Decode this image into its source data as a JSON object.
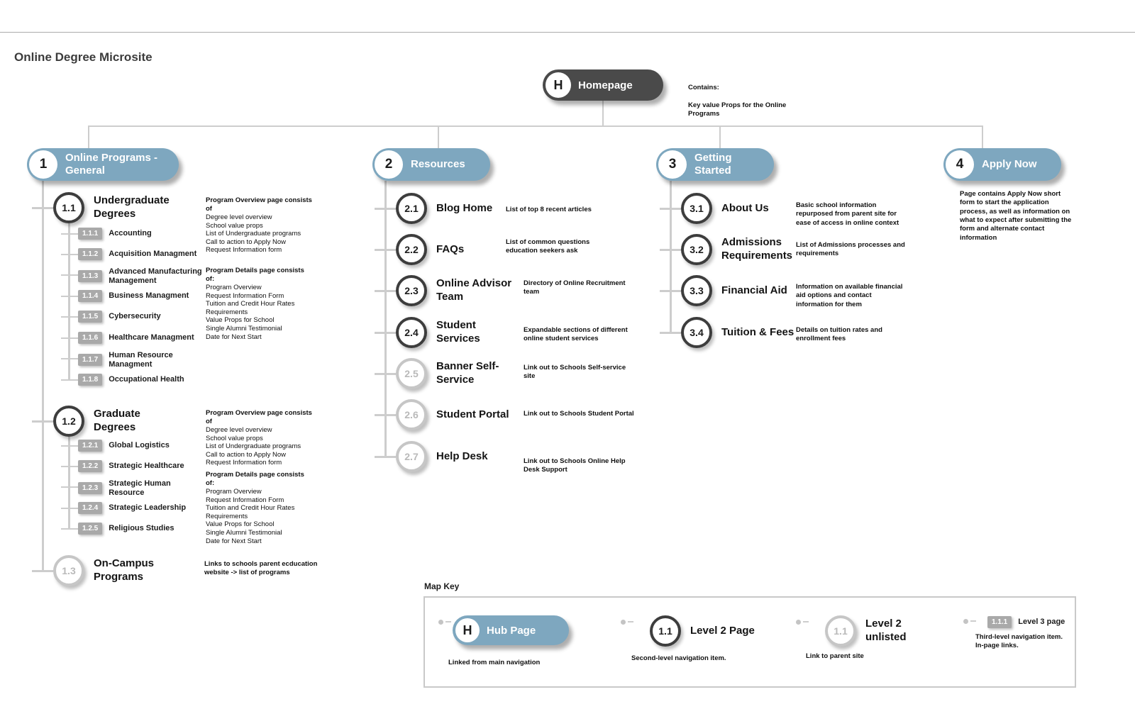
{
  "page": {
    "title": "Online Degree Microsite"
  },
  "homepage": {
    "badge": "H",
    "label": "Homepage",
    "note_title": "Contains:",
    "note_body": "Key value Props for the Online Programs"
  },
  "branches": [
    {
      "num": "1",
      "label": "Online Programs - General",
      "children": [
        {
          "id": "1.1",
          "label": "Undergraduate Degrees"
        },
        {
          "id": "1.2",
          "label": "Graduate Degrees"
        },
        {
          "id": "1.3",
          "label": "On-Campus Programs"
        }
      ],
      "grandchildren_11": [
        {
          "id": "1.1.1",
          "label": "Accounting"
        },
        {
          "id": "1.1.2",
          "label": "Acquisition Managment"
        },
        {
          "id": "1.1.3",
          "label": "Advanced Manufacturing Management"
        },
        {
          "id": "1.1.4",
          "label": "Business Managment"
        },
        {
          "id": "1.1.5",
          "label": "Cybersecurity"
        },
        {
          "id": "1.1.6",
          "label": "Healthcare Managment"
        },
        {
          "id": "1.1.7",
          "label": "Human Resource Managment"
        },
        {
          "id": "1.1.8",
          "label": "Occupational Health"
        }
      ],
      "grandchildren_12": [
        {
          "id": "1.2.1",
          "label": "Global Logistics"
        },
        {
          "id": "1.2.2",
          "label": "Strategic Healthcare"
        },
        {
          "id": "1.2.3",
          "label": "Strategic Human Resource"
        },
        {
          "id": "1.2.4",
          "label": "Strategic Leadership"
        },
        {
          "id": "1.2.5",
          "label": "Religious Studies"
        }
      ],
      "annotations": {
        "ug_overview": {
          "title": "Program Overview page consists of",
          "body": "Degree level overview\nSchool value props\nList of Undergraduate programs\nCall to action to Apply Now\nRequest Information form"
        },
        "ug_details": {
          "title": "Program Details page consists of:",
          "body": "Program Overview\nRequest Information Form\nTuition and Credit Hour Rates\nRequirements\nValue Props for School\nSingle Alumni Testimonial\nDate for Next Start"
        },
        "grad_overview": {
          "title": "Program Overview page consists of",
          "body": "Degree level overview\nSchool value props\nList of Undergraduate programs\nCall to action to Apply Now\nRequest Information form"
        },
        "grad_details": {
          "title": "Program Details page consists of:",
          "body": "Program Overview\nRequest Information Form\nTuition and Credit Hour Rates\nRequirements\nValue Props for School\nSingle Alumni Testimonial\nDate for Next Start"
        },
        "oncampus": "Links to schools parent ecducation\nwebsite -> list of programs"
      }
    },
    {
      "num": "2",
      "label": "Resources",
      "children": [
        {
          "id": "2.1",
          "label": "Blog Home",
          "note": "List of top 8 recent articles"
        },
        {
          "id": "2.2",
          "label": "FAQs",
          "note": "List of common questions\neducation seekers ask"
        },
        {
          "id": "2.3",
          "label": "Online Advisor Team",
          "note": "Directory of Online Recruitment\nteam"
        },
        {
          "id": "2.4",
          "label": "Student Services",
          "note": "Expandable sections of different\nonline student services"
        },
        {
          "id": "2.5",
          "label": "Banner Self-Service",
          "note": "Link out to Schools Self-service\nsite"
        },
        {
          "id": "2.6",
          "label": "Student Portal",
          "note": "Link out to Schools Student Portal"
        },
        {
          "id": "2.7",
          "label": "Help Desk",
          "note": "Link out to Schools Online Help\nDesk Support"
        }
      ]
    },
    {
      "num": "3",
      "label": "Getting Started",
      "children": [
        {
          "id": "3.1",
          "label": "About Us",
          "note": "Basic school information\nrepurposed from parent site for\nease of access in online context"
        },
        {
          "id": "3.2",
          "label": "Admissions Requirements",
          "note": "List of Admissions processes and\nrequirements"
        },
        {
          "id": "3.3",
          "label": "Financial Aid",
          "note": "Information on available financial\naid options and contact\ninformation for them"
        },
        {
          "id": "3.4",
          "label": "Tuition & Fees",
          "note": "Details on tuition rates and\nenrollment fees"
        }
      ]
    },
    {
      "num": "4",
      "label": "Apply Now",
      "note": "Page contains Apply Now short\nform to start the application\nprocess, as well as information on\nwhat to expect after submitting the\nform and alternate contact\ninformation"
    }
  ],
  "map_key": {
    "title": "Map Key",
    "items": [
      {
        "badge": "H",
        "label": "Hub Page",
        "caption": "Linked from main navigation"
      },
      {
        "badge": "1.1",
        "label": "Level 2 Page",
        "caption": "Second-level navigation item."
      },
      {
        "badge": "1.1",
        "label": "Level 2 unlisted",
        "caption": "Link to parent site"
      },
      {
        "badge": "1.1.1",
        "label": "Level 3 page",
        "caption": "Third-level navigation item.\nIn-page links."
      }
    ]
  },
  "colors": {
    "hub_dark": "#4a4a4a",
    "brand_blue": "#7ea7bf",
    "node_border_dark": "#3d3d3d",
    "node_border_gray": "#c6c6c6",
    "l3_box_gray": "#a9a9a9",
    "connector_gray": "#cdcdcd"
  }
}
